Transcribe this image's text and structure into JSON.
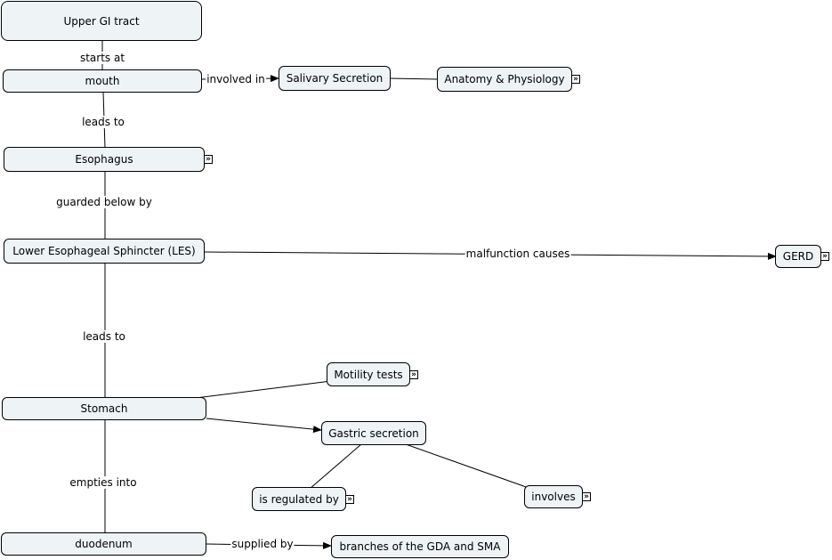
{
  "nodes": {
    "upper_gi": "Upper GI tract",
    "mouth": "mouth",
    "salivary": "Salivary Secretion",
    "anatomy": "Anatomy & Physiology",
    "esophagus": "Esophagus",
    "les": "Lower Esophageal Sphincter (LES)",
    "gerd": "GERD",
    "motility": "Motility tests",
    "stomach": "Stomach",
    "gastric": "Gastric secretion",
    "regulated": "is regulated by",
    "involves": "involves",
    "duodenum": "duodenum",
    "gda_sma": "branches of the GDA and SMA"
  },
  "links": {
    "starts_at": "starts at",
    "involved_in": "involved in",
    "leads_to_1": "leads to",
    "guarded_below_by": "guarded below by",
    "malfunction_causes": "malfunction causes",
    "leads_to_2": "leads to",
    "empties_into": "empties into",
    "supplied_by": "supplied by"
  },
  "icons": {
    "resource": "resource-link-icon"
  },
  "colors": {
    "node_fill": "#eef3f5",
    "border": "#000000",
    "background": "#ffffff"
  }
}
